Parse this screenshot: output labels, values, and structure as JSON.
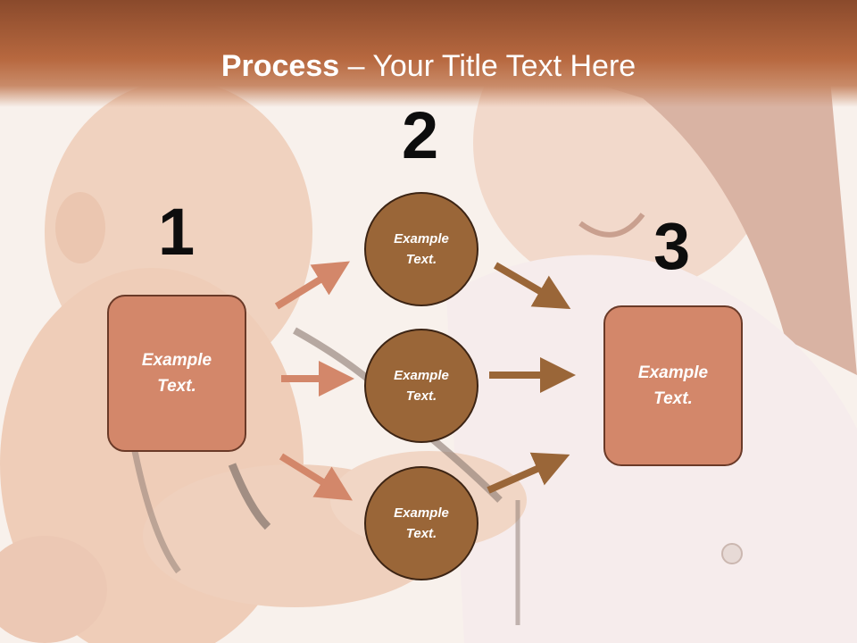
{
  "title": {
    "bold": "Process",
    "rest": " – Your Title Text Here"
  },
  "steps": {
    "one": "1",
    "two": "2",
    "three": "3"
  },
  "box_left": {
    "line1": "Example",
    "line2": "Text."
  },
  "box_right": {
    "line1": "Example",
    "line2": "Text."
  },
  "circles": [
    {
      "line1": "Example",
      "line2": "Text."
    },
    {
      "line1": "Example",
      "line2": "Text."
    },
    {
      "line1": "Example",
      "line2": "Text."
    }
  ],
  "colors": {
    "title_bar": "#b7683f",
    "box_fill": "#d3876a",
    "circle_fill": "#9a6638",
    "arrow_left": "#d3876a",
    "arrow_right": "#9a6638"
  }
}
